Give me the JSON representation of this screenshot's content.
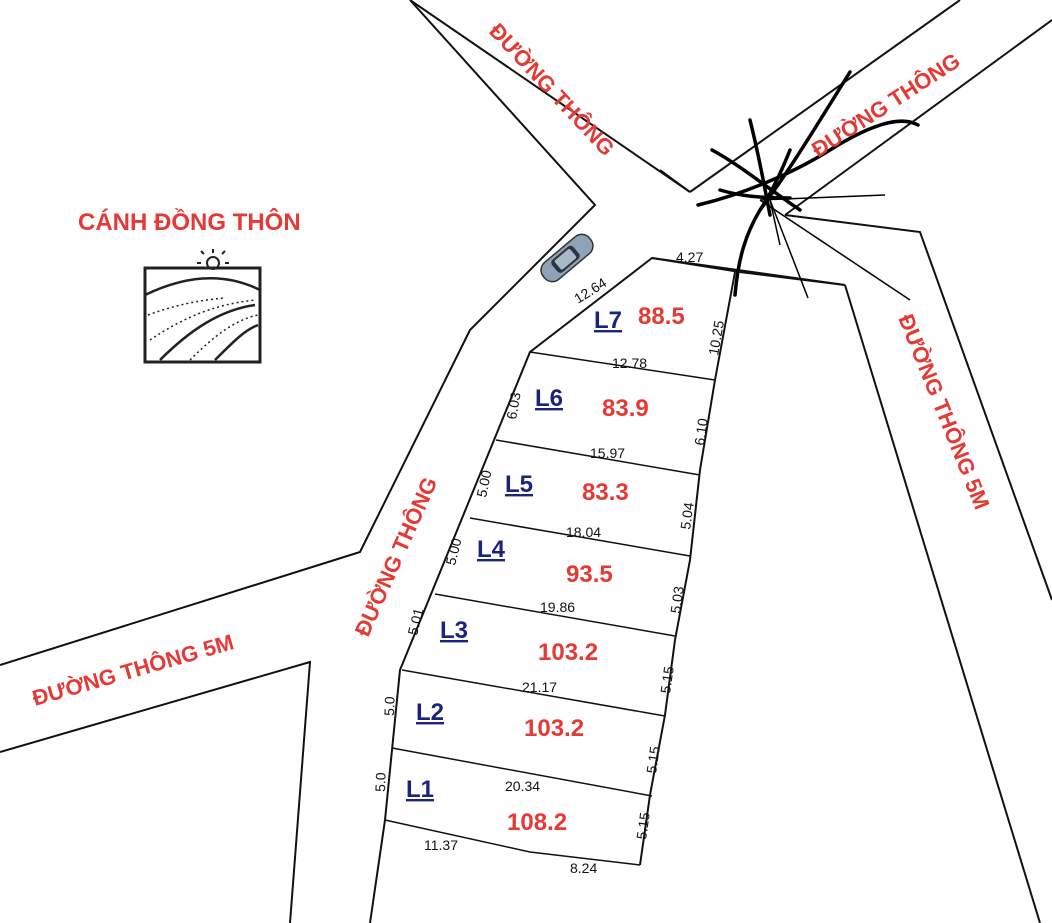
{
  "roads": {
    "top": "ĐƯỜNG THÔNG",
    "top_right": "ĐƯỜNG THÔNG",
    "right": "ĐƯỜNG THÔNG 5M",
    "left": "ĐƯỜNG THÔNG 5M",
    "center": "ĐƯỜNG THÔNG"
  },
  "field": {
    "label": "CÁNH ĐỒNG THÔN",
    "icon": "field-sun-icon"
  },
  "car_icon": "car-icon",
  "lots": [
    {
      "id": "L7",
      "area": "88.5"
    },
    {
      "id": "L6",
      "area": "83.9"
    },
    {
      "id": "L5",
      "area": "83.3"
    },
    {
      "id": "L4",
      "area": "93.5"
    },
    {
      "id": "L3",
      "area": "103.2"
    },
    {
      "id": "L2",
      "area": "103.2"
    },
    {
      "id": "L1",
      "area": "108.2"
    }
  ],
  "dimensions": {
    "top_width": "4.27",
    "l7_left": "12.64",
    "l7_right": "10.25",
    "l7_bottom": "12.78",
    "l6_left": "6.03",
    "l6_right": "6.10",
    "l6_bottom": "15.97",
    "l5_left": "5.00",
    "l5_right": "5.04",
    "l5_bottom": "18.04",
    "l4_left": "5.00",
    "l4_right": "5.03",
    "l4_bottom": "19.86",
    "l3_left": "5.01",
    "l3_right": "5.15",
    "l3_bottom": "21.17",
    "l2_left": "5.0",
    "l2_right": "5.15",
    "l2_bottom": "20.34",
    "l1_left": "5.0",
    "l1_right": "5.15",
    "l1_bottom_left": "11.37",
    "l1_bottom_right": "8.24"
  }
}
